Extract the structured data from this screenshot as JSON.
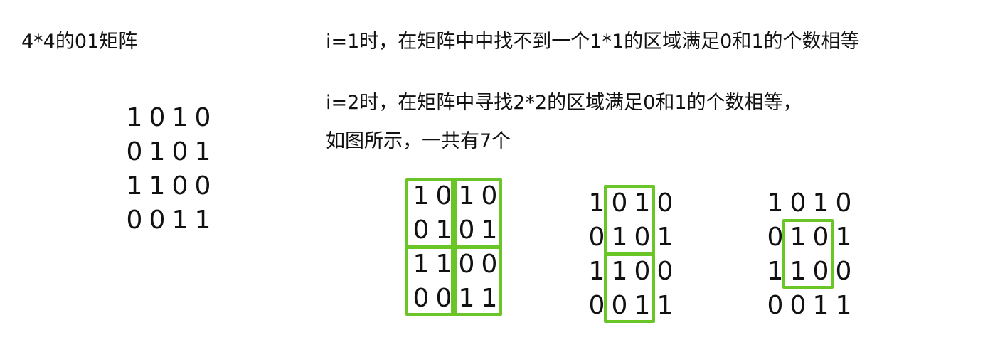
{
  "texts": {
    "matrix_title": "4*4的01矩阵",
    "line_i1": "i=1时，在矩阵中中找不到一个1*1的区域满足0和1的个数相等",
    "line_i2_a": "i=2时，在矩阵中寻找2*2的区域满足0和1的个数相等，",
    "line_i2_b": "如图所示，一共有7个"
  },
  "matrix": [
    [
      "1",
      "0",
      "1",
      "0"
    ],
    [
      "0",
      "1",
      "0",
      "1"
    ],
    [
      "1",
      "1",
      "0",
      "0"
    ],
    [
      "0",
      "0",
      "1",
      "1"
    ]
  ],
  "highlight_color": "#6ac626",
  "examples": [
    {
      "name": "example-quadrants",
      "boxes": [
        {
          "rows": [
            0,
            1
          ],
          "cols": [
            0,
            1
          ]
        },
        {
          "rows": [
            0,
            1
          ],
          "cols": [
            2,
            3
          ]
        },
        {
          "rows": [
            2,
            3
          ],
          "cols": [
            0,
            1
          ]
        },
        {
          "rows": [
            2,
            3
          ],
          "cols": [
            2,
            3
          ]
        }
      ]
    },
    {
      "name": "example-middle-columns",
      "boxes": [
        {
          "rows": [
            0,
            1
          ],
          "cols": [
            1,
            2
          ]
        },
        {
          "rows": [
            2,
            3
          ],
          "cols": [
            1,
            2
          ]
        }
      ]
    },
    {
      "name": "example-center",
      "boxes": [
        {
          "rows": [
            1,
            2
          ],
          "cols": [
            1,
            2
          ]
        }
      ]
    }
  ]
}
